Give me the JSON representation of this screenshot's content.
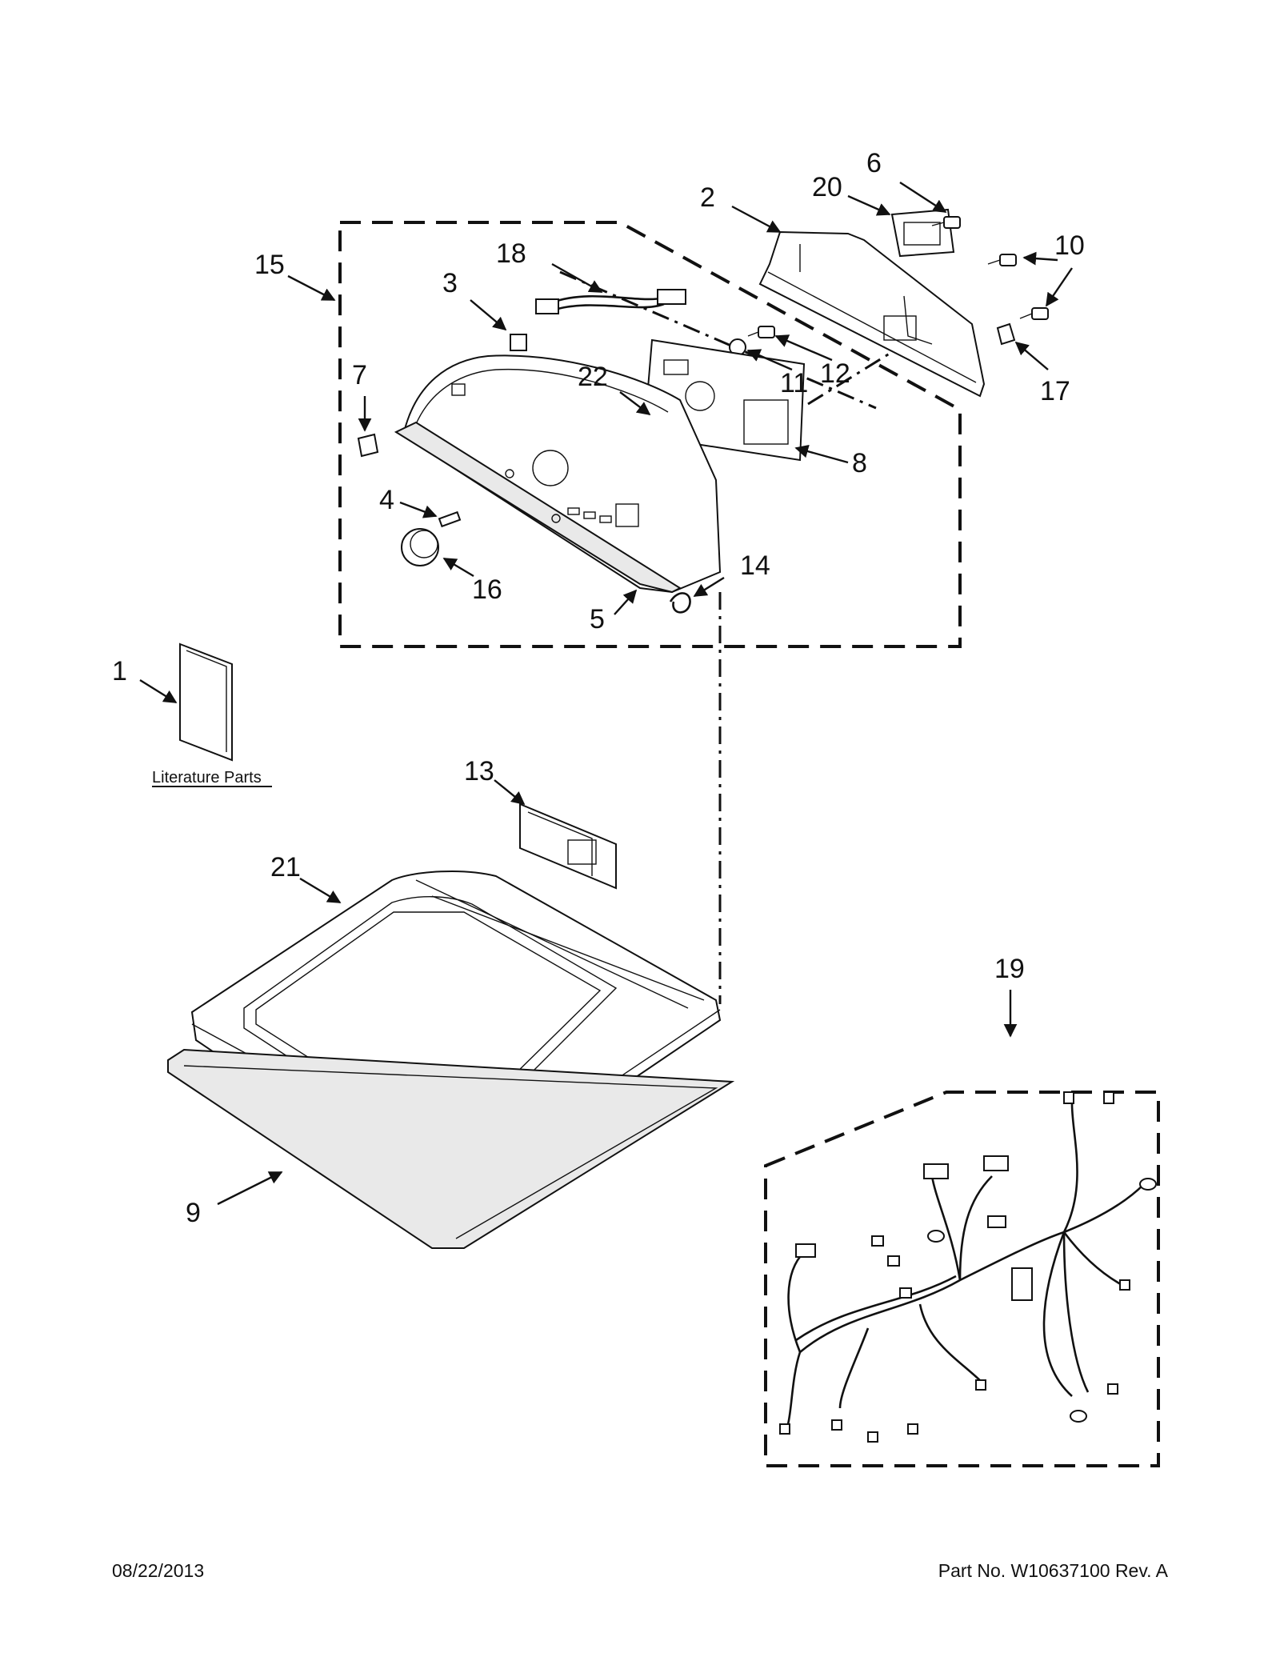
{
  "callouts": {
    "c1": "1",
    "c2": "2",
    "c3": "3",
    "c4": "4",
    "c5": "5",
    "c6": "6",
    "c7": "7",
    "c8": "8",
    "c9": "9",
    "c10": "10",
    "c11": "11",
    "c12": "12",
    "c13": "13",
    "c14": "14",
    "c15": "15",
    "c16": "16",
    "c17": "17",
    "c18": "18",
    "c19": "19",
    "c20": "20",
    "c21": "21",
    "c22": "22"
  },
  "literature_label": "Literature Parts",
  "footer": {
    "date": "08/22/2013",
    "part_number": "Part No.  W10637100  Rev.  A"
  }
}
